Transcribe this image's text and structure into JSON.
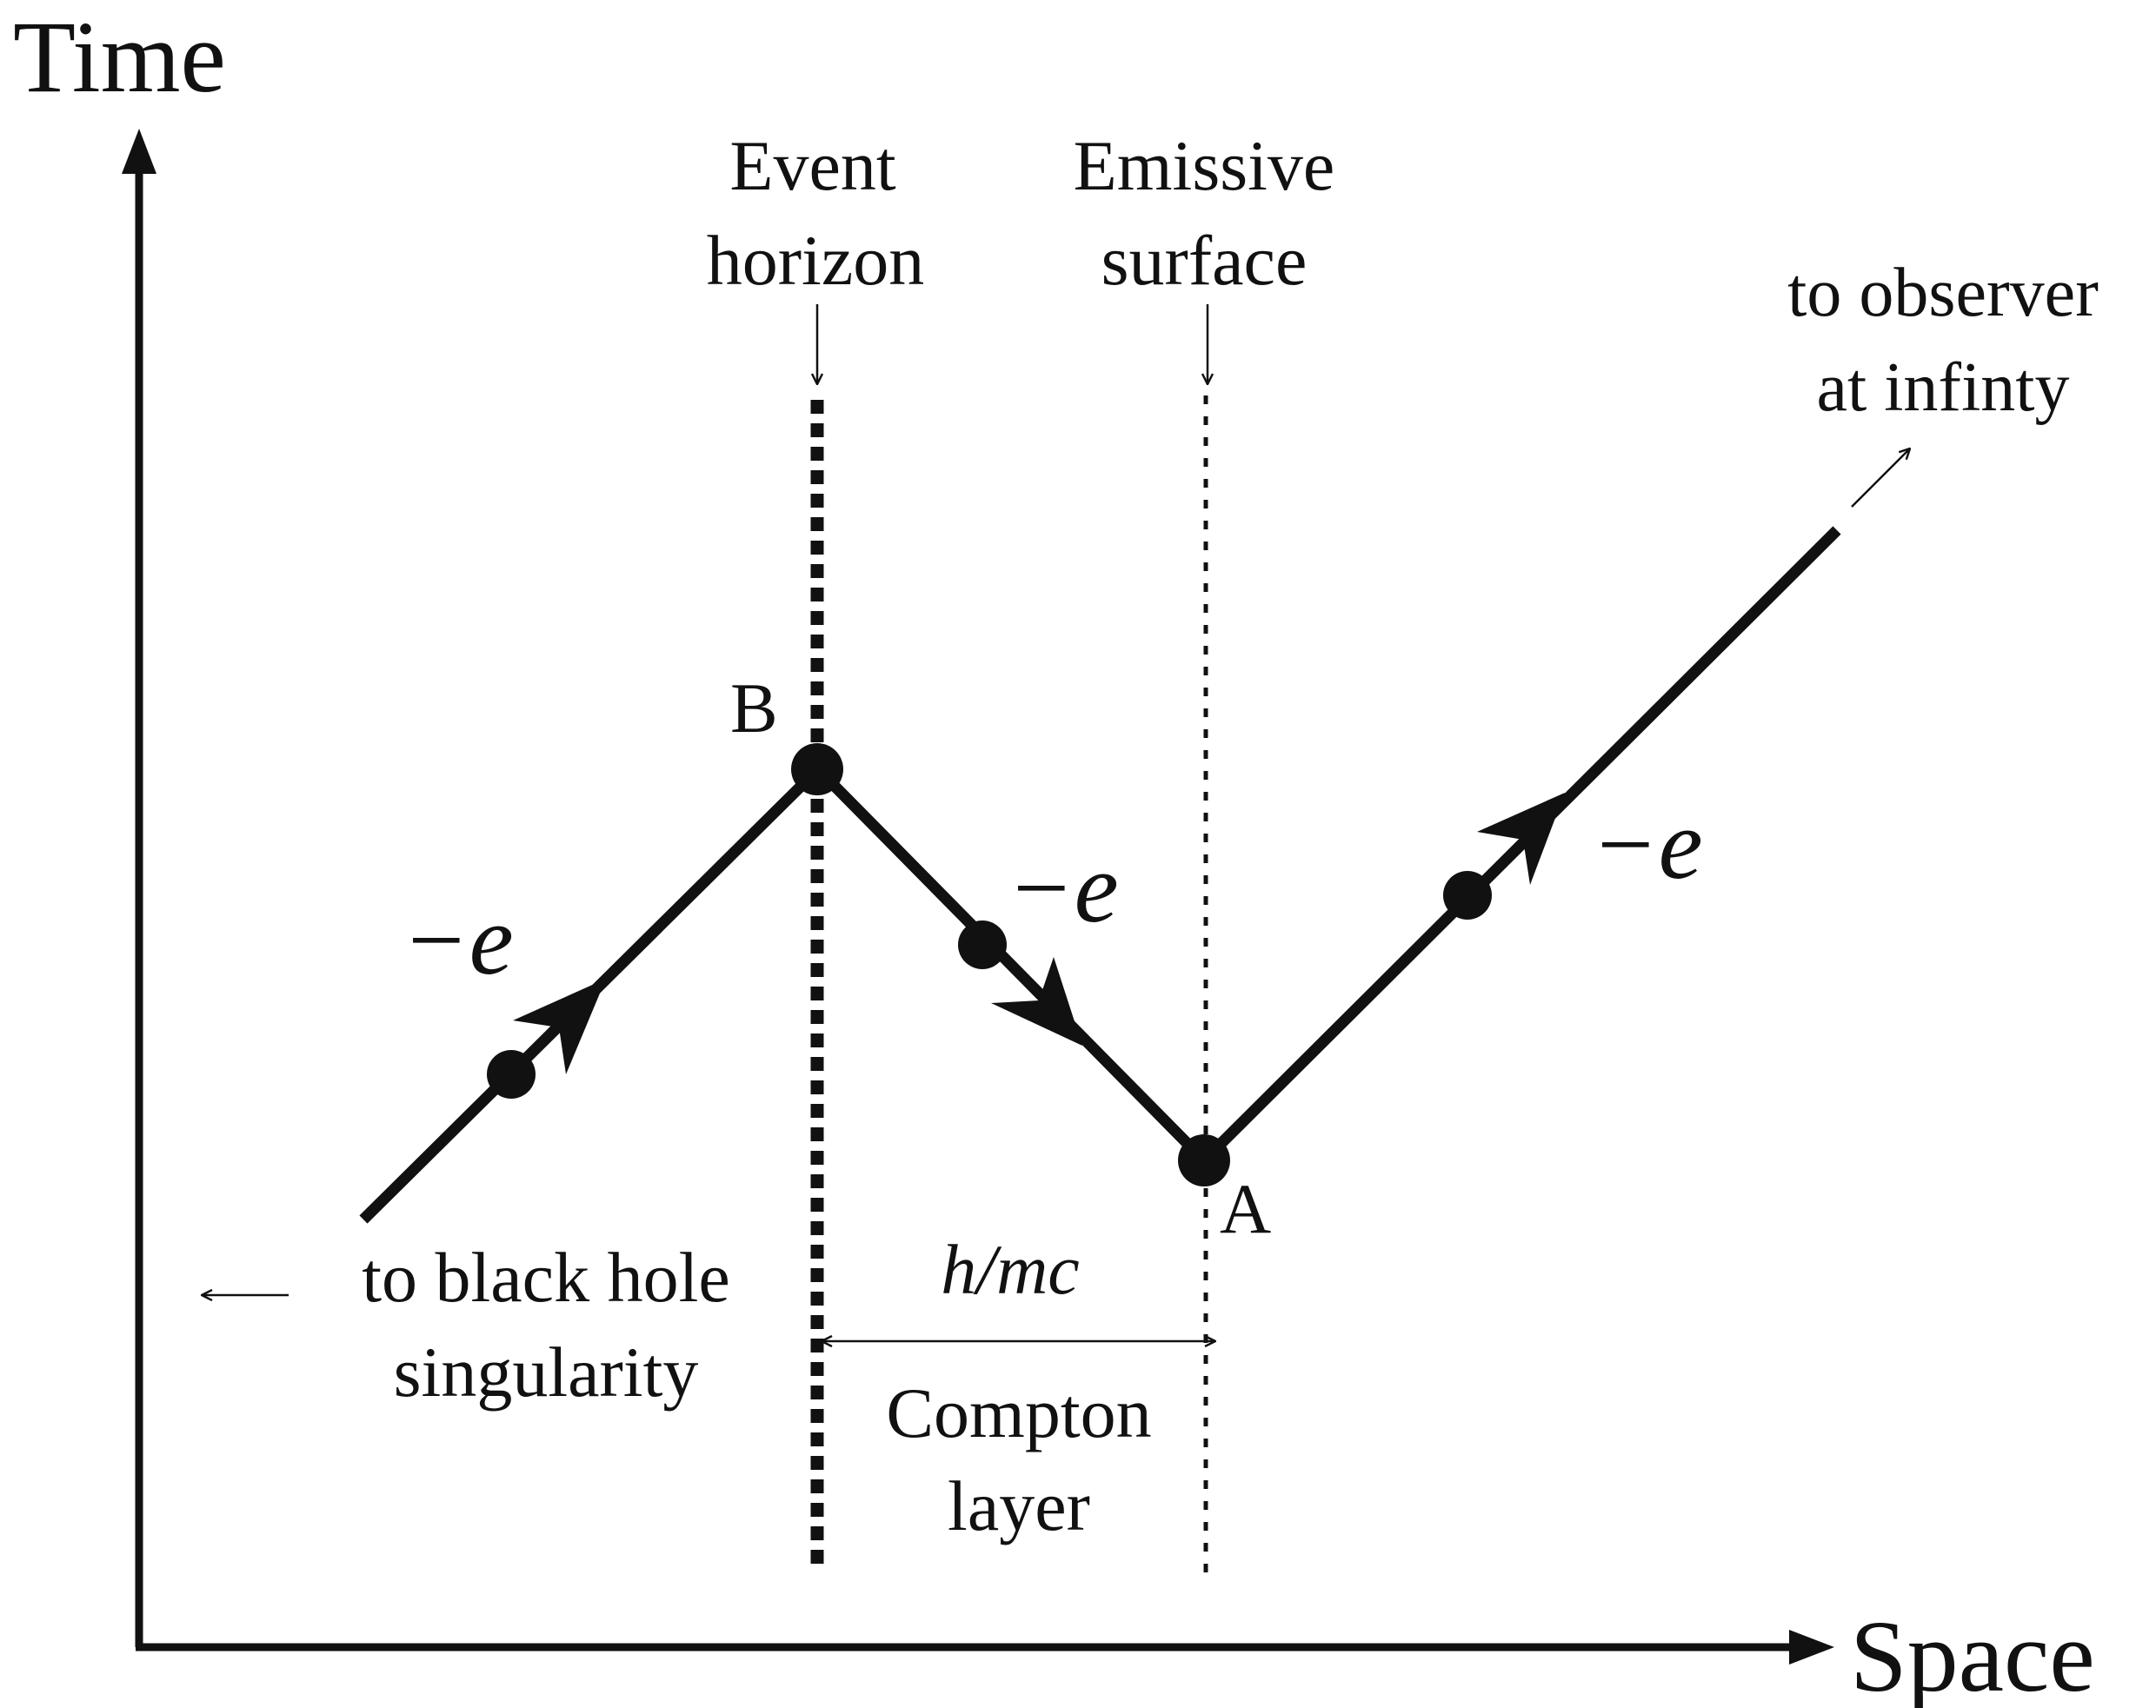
{
  "axes": {
    "y_label": "Time",
    "x_label": "Space"
  },
  "lines": {
    "event_horizon": [
      "Event",
      "horizon"
    ],
    "emissive_surface": [
      "Emissive",
      "surface"
    ]
  },
  "points": {
    "a": "A",
    "b": "B"
  },
  "particle_labels": {
    "left": "−e",
    "middle": "−e",
    "right": "−e"
  },
  "notes": {
    "to_observer": [
      "to observer",
      "at infinty"
    ],
    "to_singularity": [
      "to black hole",
      "singularity"
    ],
    "compton_length": "h/mc",
    "compton_layer": [
      "Compton",
      "layer"
    ]
  },
  "colors": {
    "ink": "#111111",
    "background": "#ffffff"
  }
}
